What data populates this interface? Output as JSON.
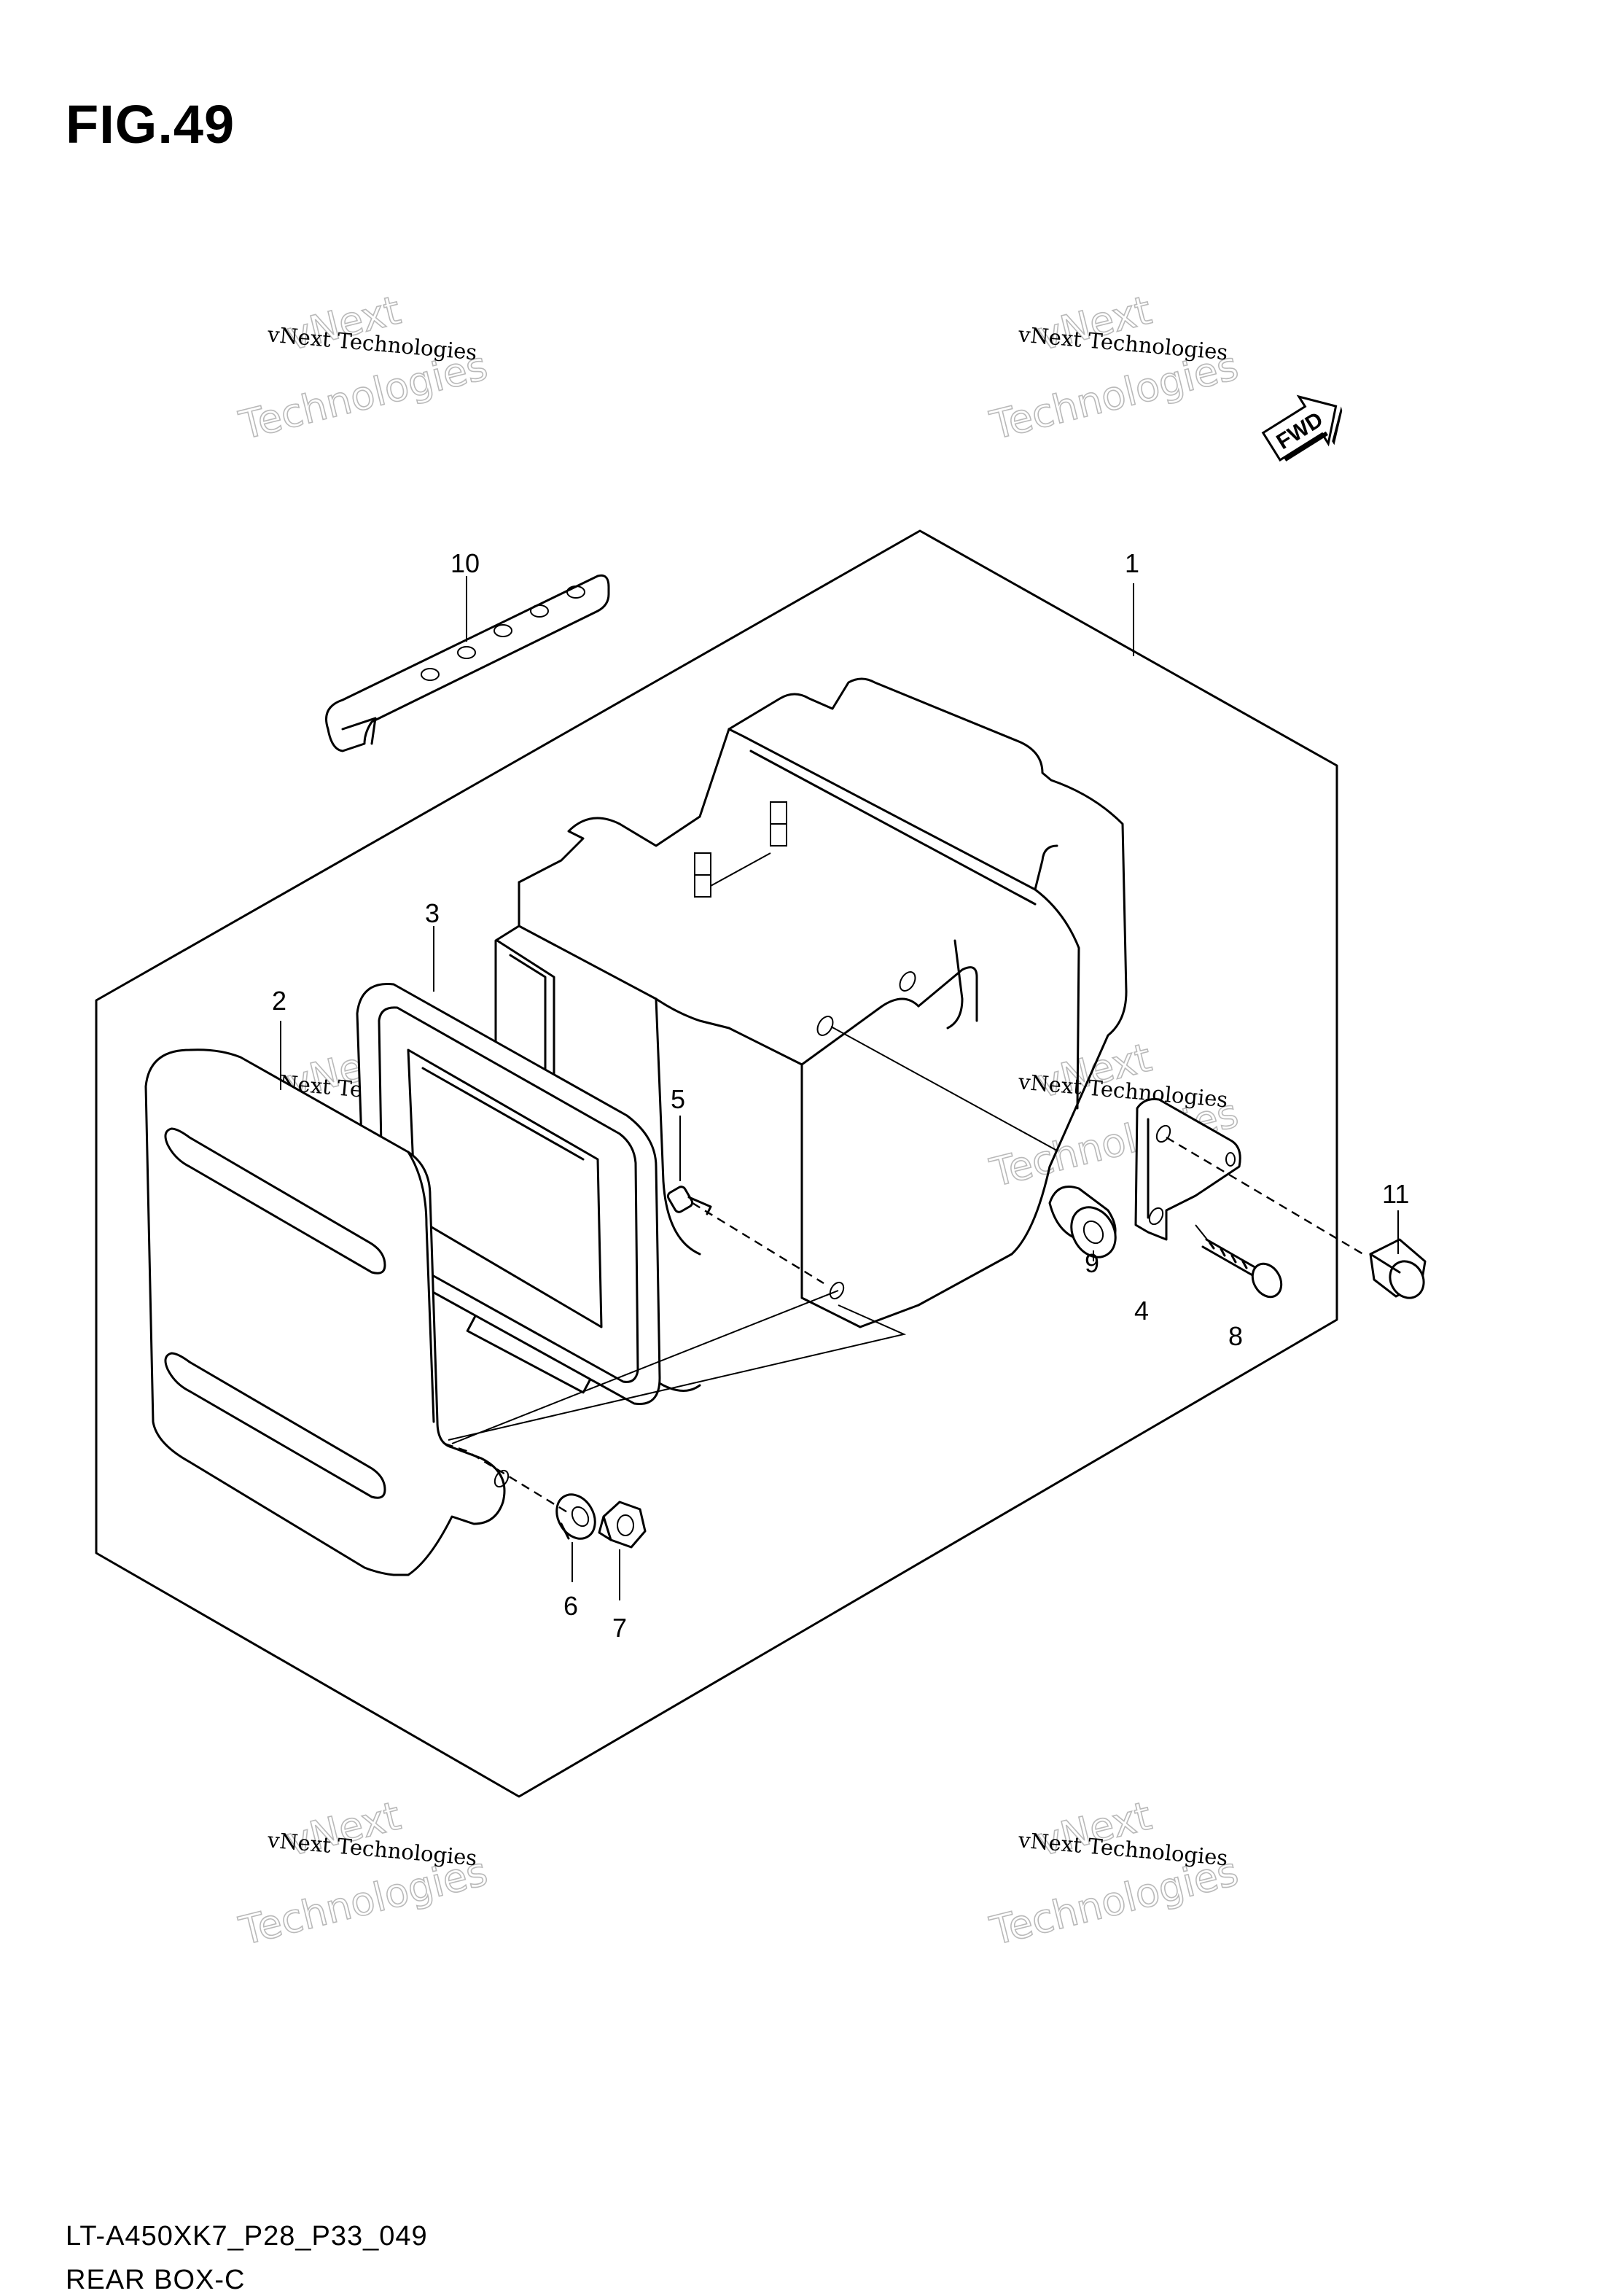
{
  "figure": {
    "title": "FIG.49",
    "code": "LT-A450XK7_P28_P33_049",
    "name": "REAR BOX-C"
  },
  "watermark": {
    "line1": "vNext Technologies",
    "big1": "vNext",
    "big2": "Technologies"
  },
  "direction_badge": "FWD",
  "callouts": [
    "1",
    "2",
    "3",
    "4",
    "5",
    "6",
    "7",
    "8",
    "9",
    "10",
    "11"
  ]
}
